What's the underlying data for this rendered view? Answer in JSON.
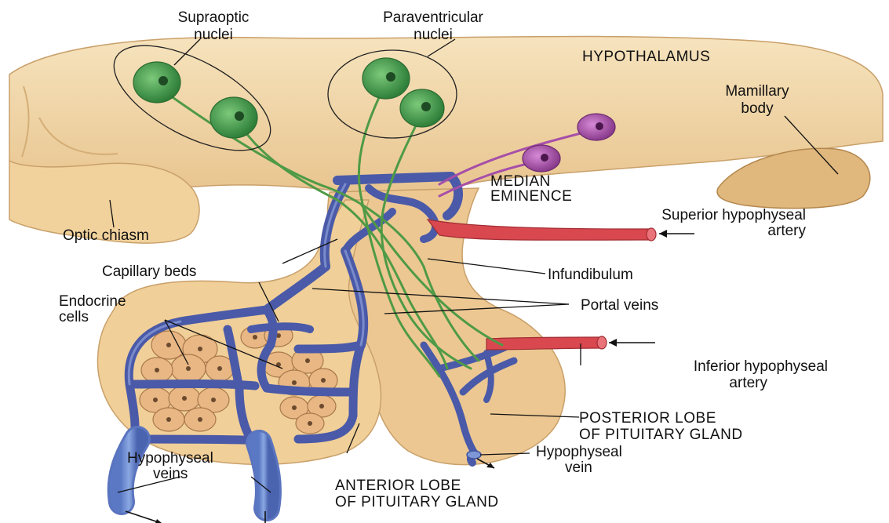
{
  "diagram": {
    "labels": {
      "supraoptic": [
        "Supraoptic",
        "nuclei"
      ],
      "paraventricular": [
        "Paraventricular",
        "nuclei"
      ],
      "hypothalamus": "HYPOTHALAMUS",
      "mamillary": [
        "Mamillary",
        "body"
      ],
      "median_eminence": [
        "MEDIAN",
        "EMINENCE"
      ],
      "superior_artery": [
        "Superior hypophyseal",
        "artery"
      ],
      "optic_chiasm": "Optic chiasm",
      "capillary_beds": "Capillary beds",
      "infundibulum": "Infundibulum",
      "endocrine_cells": [
        "Endocrine",
        "cells"
      ],
      "portal_veins": "Portal veins",
      "inferior_artery": [
        "Inferior hypophyseal",
        "artery"
      ],
      "posterior_lobe": [
        "POSTERIOR LOBE",
        "OF PITUITARY GLAND"
      ],
      "hypophyseal_veins": [
        "Hypophyseal",
        "veins"
      ],
      "hypophyseal_vein": [
        "Hypophyseal",
        "vein"
      ],
      "anterior_lobe": [
        "ANTERIOR LOBE",
        "OF PITUITARY GLAND"
      ]
    },
    "colors": {
      "tissue": "#f2d6a6",
      "tissue_dark": "#e0b77c",
      "vein": "#4a5aa8",
      "artery": "#d9484f",
      "neuron_green": "#3e9a4a",
      "neuron_purple": "#a64fa8",
      "endocrine_cell": "#e8b784"
    }
  }
}
